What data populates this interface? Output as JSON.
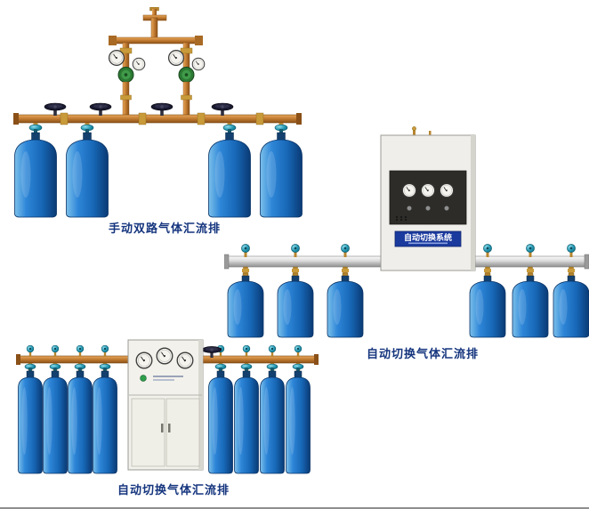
{
  "page": {
    "background": "#ffffff"
  },
  "figures": {
    "manual_dual": {
      "caption": "手动双路气体汇流排"
    },
    "auto_switch_right": {
      "caption": "自动切换气体汇流排",
      "panel_title": "自动切换系统"
    },
    "auto_switch_bottom": {
      "caption": "自动切换气体汇流排"
    }
  },
  "colors": {
    "background": "#ffffff",
    "caption_text": "#15357e",
    "copper_pipe": "#c07a30",
    "brass_fitting": "#c89a3a",
    "cylinder_blue_light": "#7cc0ea",
    "cylinder_blue": "#2e86d8",
    "cylinder_blue_dark": "#0a3a74",
    "teal_knob": "#1f93ad",
    "steel_rail": "#c0c0c0",
    "cabinet_body": "#efeeea",
    "instrument_panel": "#2d2c28",
    "label_plate_blue": "#1b3a9e",
    "regulator_green": "#2c7a34",
    "handwheel_dark": "#191930",
    "indicator_green": "#2e9e4a"
  }
}
